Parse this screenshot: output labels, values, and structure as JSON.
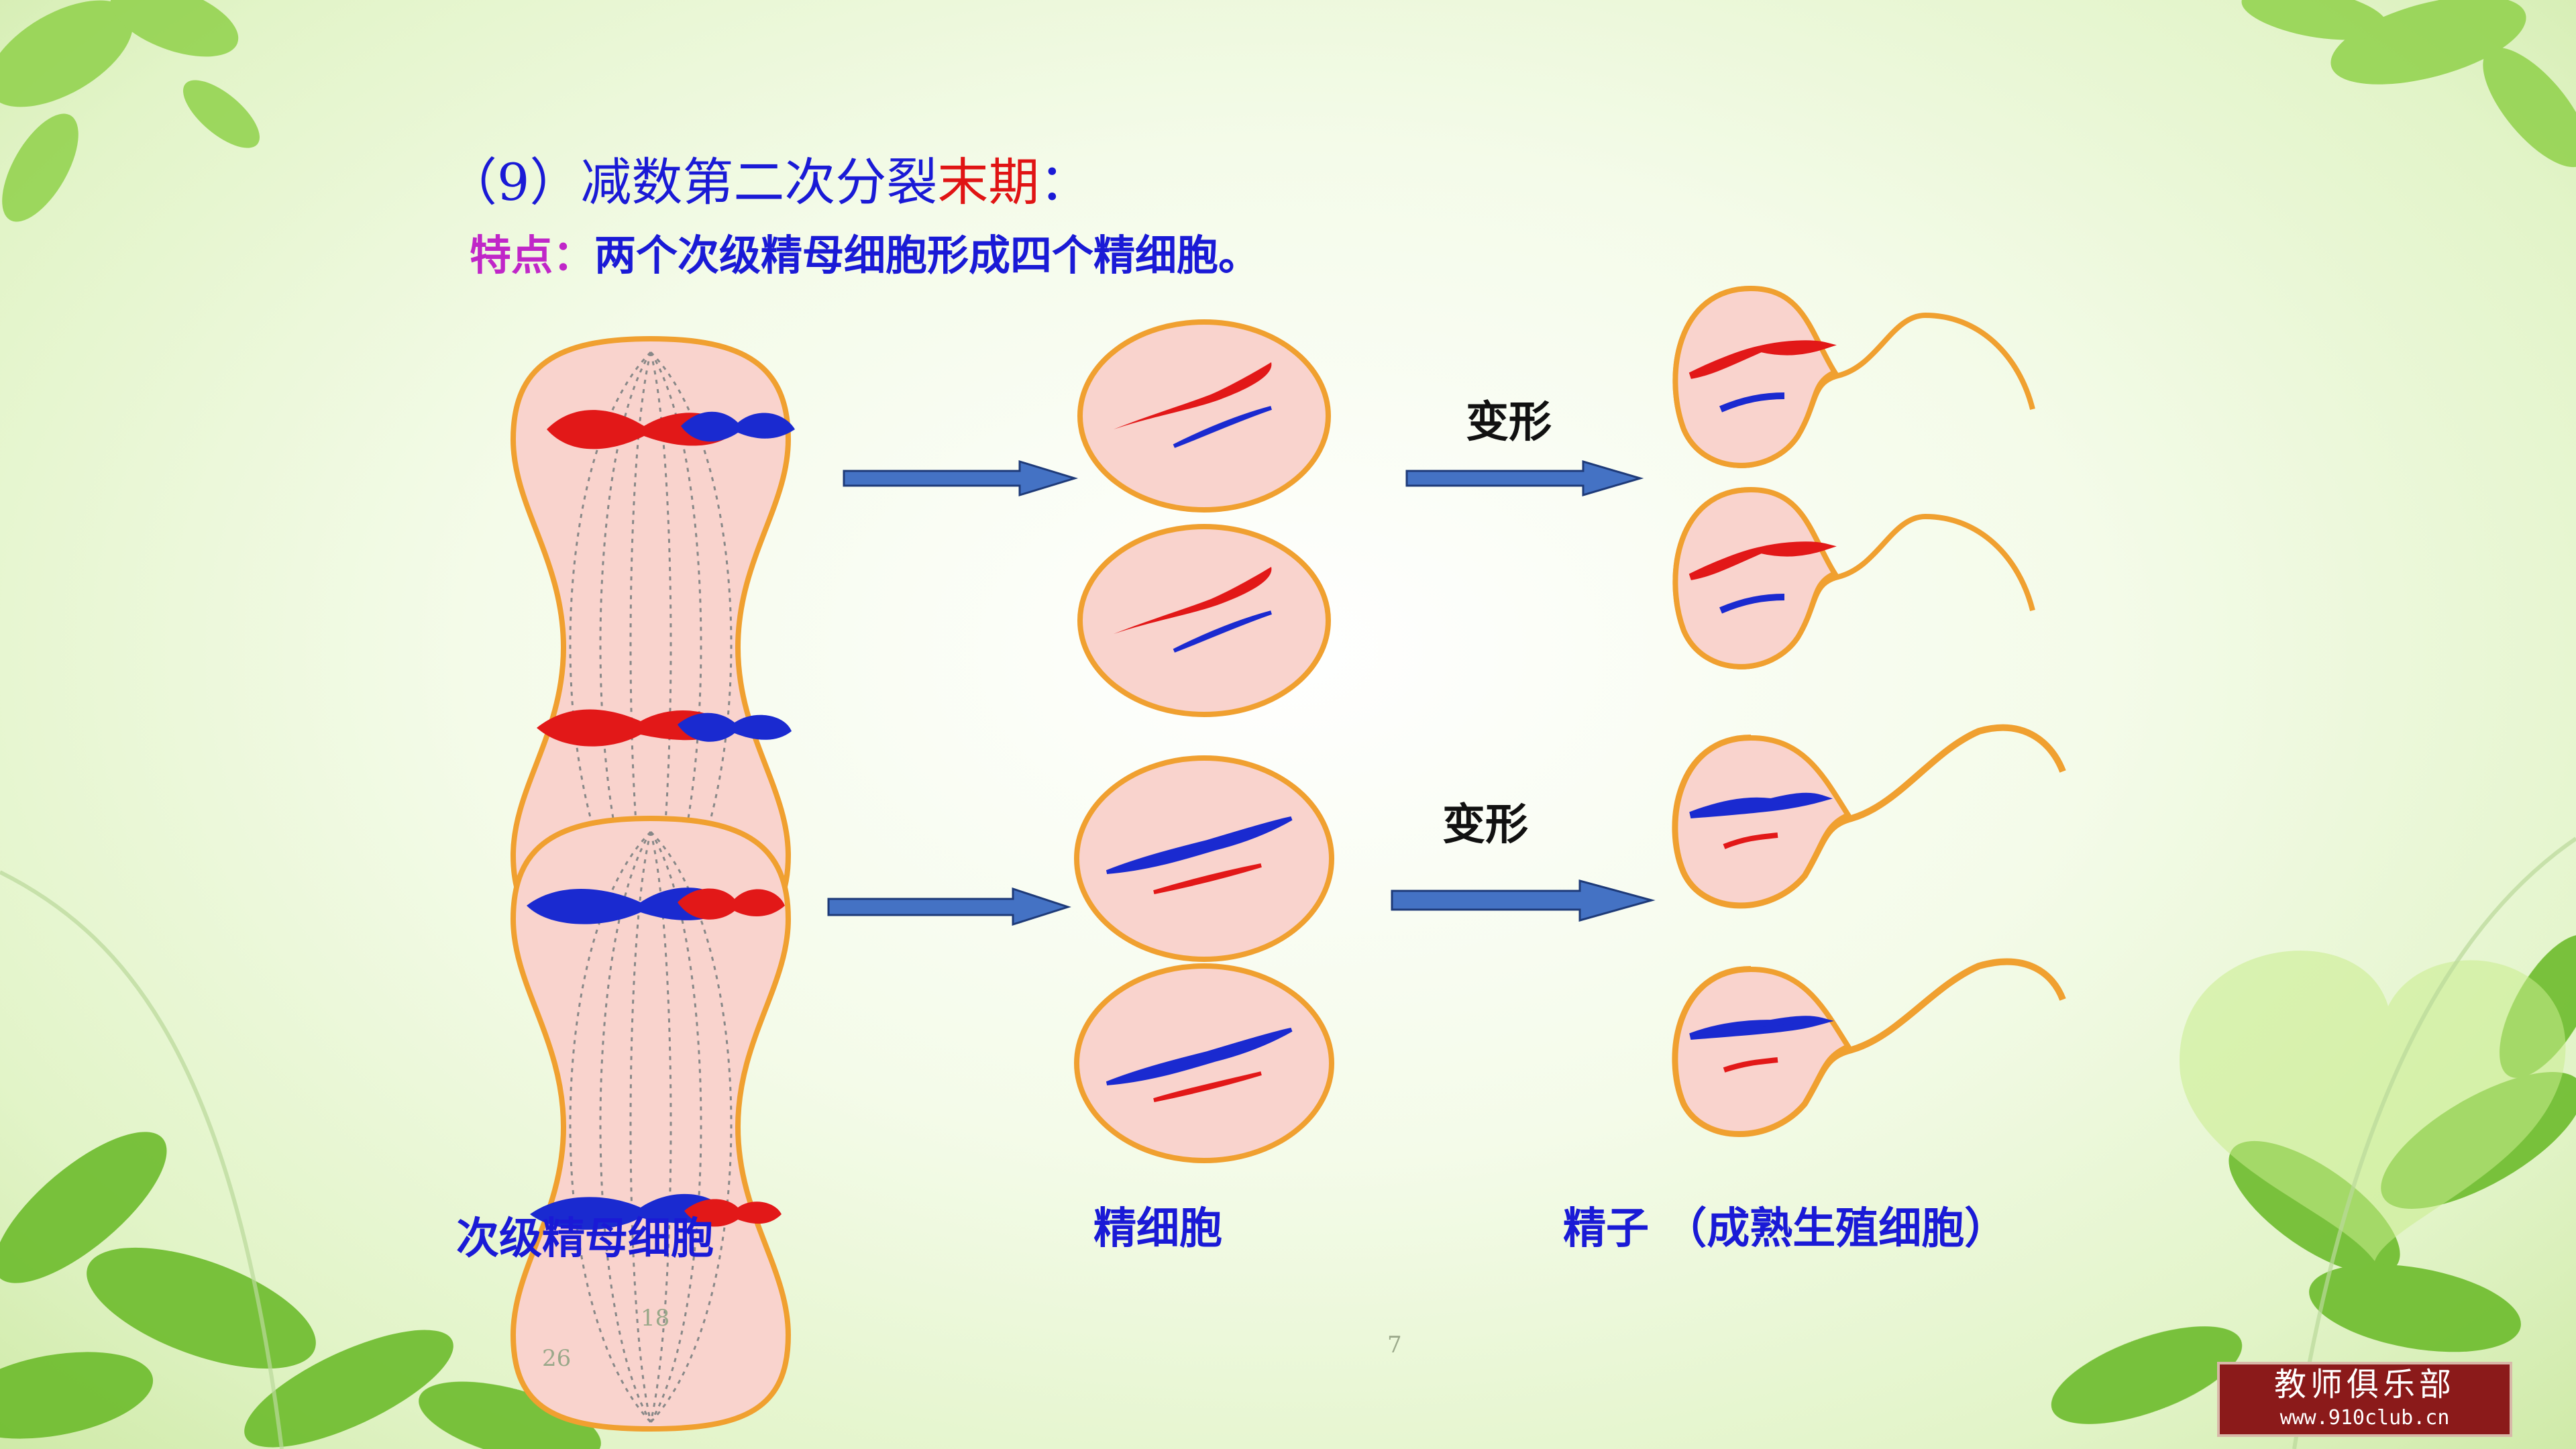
{
  "title": {
    "prefix": "（9）减数第二次分裂",
    "highlight": "末期",
    "suffix": "："
  },
  "feature": {
    "label": "特点：",
    "text": "两个次级精母细胞形成四个精细胞。"
  },
  "arrow_labels": {
    "top": "变形",
    "bottom": "变形"
  },
  "stage_labels": {
    "secondary_spermatocyte": "次级精母细胞",
    "spermatid": "精细胞",
    "sperm": "精子 （成熟生殖细胞）"
  },
  "page_numbers": [
    "26",
    "18",
    "7"
  ],
  "logo": {
    "line1": "教师俱乐部",
    "line2": "www.910club.cn"
  },
  "colors": {
    "membrane": "#f0a030",
    "cytoplasm": "#f9d3cd",
    "red_chromosome": "#e21818",
    "blue_chromosome": "#1a2ad0",
    "arrow": "#4472c4"
  }
}
